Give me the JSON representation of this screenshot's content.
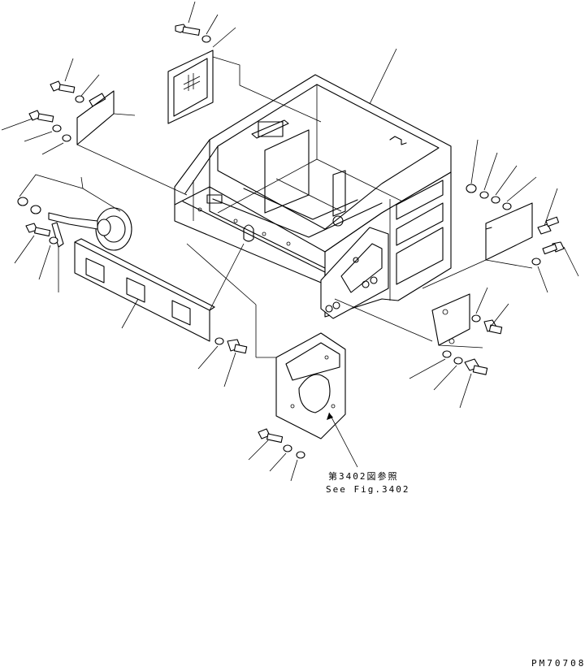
{
  "reference": {
    "japanese": "第3402図参照",
    "english": "See Fig.3402"
  },
  "drawing_code": "PM70708"
}
